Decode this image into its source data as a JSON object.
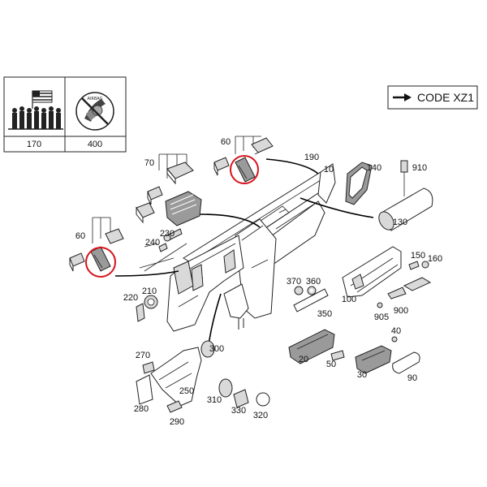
{
  "legend_table": {
    "cells": [
      {
        "id": "170"
      },
      {
        "id": "400"
      }
    ]
  },
  "code_box": {
    "text": "CODE XZ1"
  },
  "callouts": [
    "190",
    "10",
    "140",
    "910",
    "130",
    "70",
    "60",
    "60",
    "230",
    "240",
    "150",
    "160",
    "370",
    "360",
    "100",
    "210",
    "220",
    "350",
    "905",
    "900",
    "40",
    "270",
    "300",
    "20",
    "50",
    "30",
    "90",
    "250",
    "310",
    "280",
    "330",
    "320",
    "290"
  ],
  "colors": {
    "highlight_circle": "#d6141c",
    "line": "#222222",
    "part_fill": "#ffffff",
    "shade_fill": "#d9d9d9"
  },
  "icons": [
    "people-group-icon",
    "no-airbag-warning-icon",
    "arrow-right-icon"
  ]
}
